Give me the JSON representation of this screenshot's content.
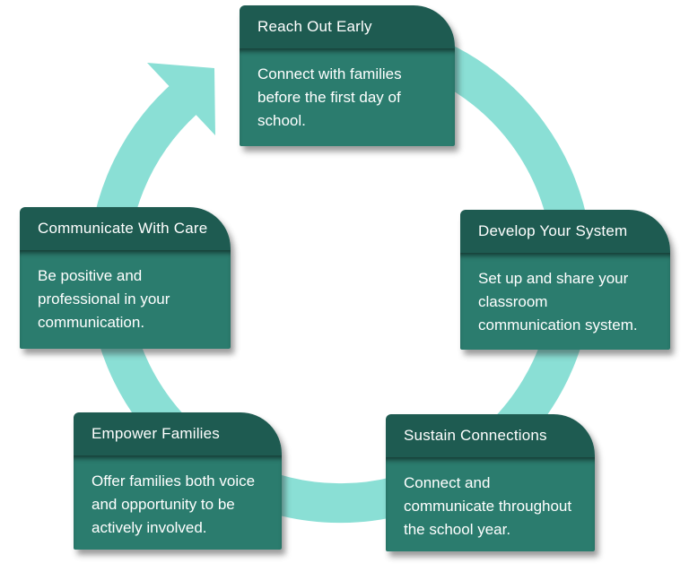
{
  "diagram": {
    "type": "cycle",
    "cycle_direction": "clockwise",
    "colors": {
      "ring": "#8adfd5",
      "card_header": "#1e5b51",
      "card_body": "#2b7c6e",
      "text": "#ffffff",
      "background": "#ffffff"
    },
    "steps": [
      {
        "position": "top",
        "title": "Reach Out Early",
        "description": "Connect with families\nbefore the first day of\nschool."
      },
      {
        "position": "right",
        "title": "Develop Your System",
        "description": "Set up and share your\nclassroom\ncommunication system."
      },
      {
        "position": "bottom-right",
        "title": "Sustain Connections",
        "description": "Connect and\ncommunicate throughout\nthe school year."
      },
      {
        "position": "bottom-left",
        "title": "Empower Families",
        "description": "Offer families both voice\nand opportunity to be\nactively involved."
      },
      {
        "position": "left",
        "title": "Communicate With Care",
        "description": "Be positive and\nprofessional in your\ncommunication."
      }
    ]
  }
}
